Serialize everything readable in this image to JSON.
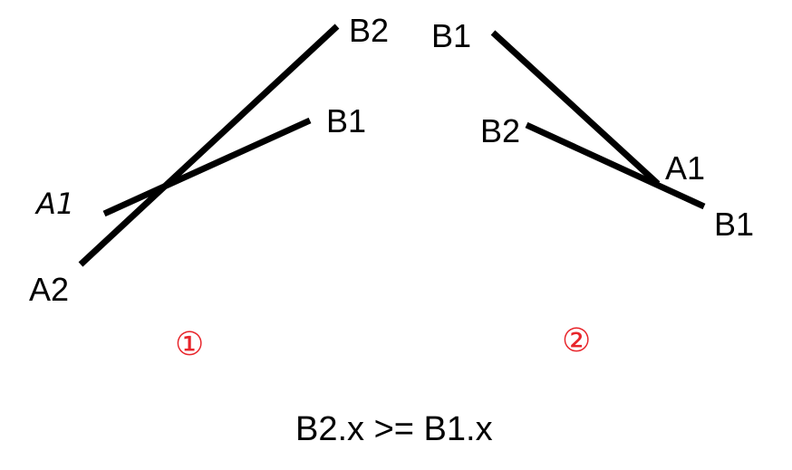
{
  "case1": {
    "labels": {
      "b2": "B2",
      "b1": "B1",
      "a1": "A1",
      "a2": "A2"
    },
    "marker": "①"
  },
  "case2": {
    "labels": {
      "b1_top": "B1",
      "b2": "B2",
      "a1": "A1",
      "b1_bottom": "B1"
    },
    "marker": "②"
  },
  "formula": "B2.x >= B1.x",
  "colors": {
    "line": "#000000",
    "marker": "#e8242a"
  }
}
